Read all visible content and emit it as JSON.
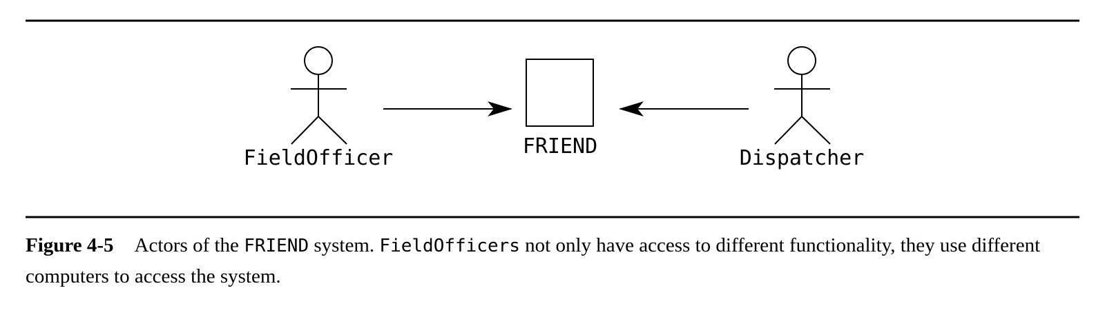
{
  "diagram": {
    "actors": [
      {
        "id": "fieldofficer",
        "label": "FieldOfficer"
      },
      {
        "id": "dispatcher",
        "label": "Dispatcher"
      }
    ],
    "system": {
      "label": "FRIEND"
    }
  },
  "caption": {
    "figure_number": "Figure 4-5",
    "part1": "Actors of the ",
    "code1": "FRIEND",
    "part2": " system. ",
    "code2": "FieldOfficers",
    "part3": " not only have access to different functionality, they use different computers to access the system."
  }
}
